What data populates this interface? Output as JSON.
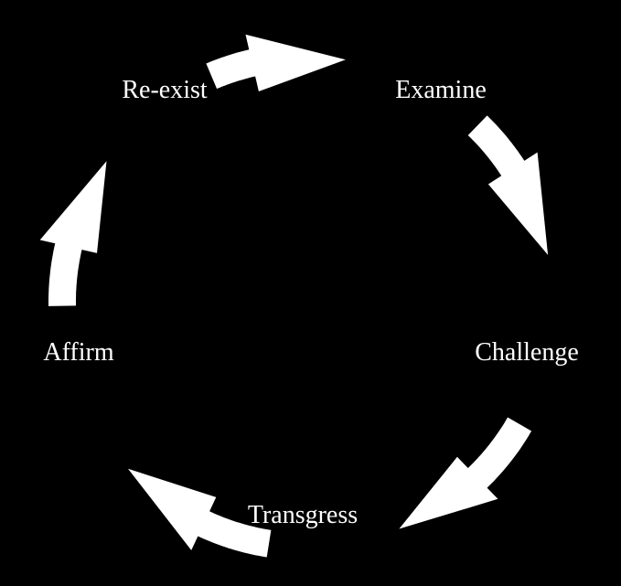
{
  "diagram": {
    "type": "cycle",
    "colors": {
      "background": "#000000",
      "arrow": "#ffffff",
      "text": "#ffffff"
    },
    "nodes": [
      {
        "id": "re-exist",
        "label": "Re-exist"
      },
      {
        "id": "examine",
        "label": "Examine"
      },
      {
        "id": "challenge",
        "label": "Challenge"
      },
      {
        "id": "transgress",
        "label": "Transgress"
      },
      {
        "id": "affirm",
        "label": "Affirm"
      }
    ],
    "edges": [
      {
        "from": "re-exist",
        "to": "examine"
      },
      {
        "from": "examine",
        "to": "challenge"
      },
      {
        "from": "challenge",
        "to": "transgress"
      },
      {
        "from": "transgress",
        "to": "affirm"
      },
      {
        "from": "affirm",
        "to": "re-exist"
      }
    ]
  }
}
